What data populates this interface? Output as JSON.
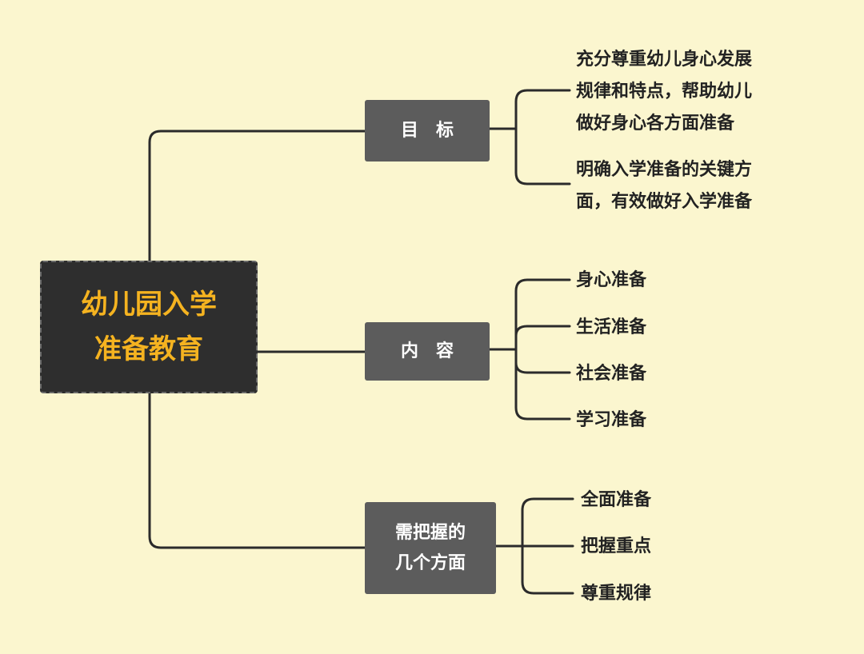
{
  "root": {
    "lines": [
      "幼儿园入学",
      "准备教育"
    ]
  },
  "branches": [
    {
      "id": "goal",
      "label": "目　标",
      "leaves": [
        {
          "lines": [
            "充分尊重幼儿身心发展",
            "规律和特点，帮助幼儿",
            "做好身心各方面准备"
          ]
        },
        {
          "lines": [
            "明确入学准备的关键方",
            "面，有效做好入学准备"
          ]
        }
      ]
    },
    {
      "id": "content",
      "label": "内　容",
      "leaves": [
        {
          "lines": [
            "身心准备"
          ]
        },
        {
          "lines": [
            "生活准备"
          ]
        },
        {
          "lines": [
            "社会准备"
          ]
        },
        {
          "lines": [
            "学习准备"
          ]
        }
      ]
    },
    {
      "id": "aspects",
      "label_lines": [
        "需把握的",
        "几个方面"
      ],
      "leaves": [
        {
          "lines": [
            "全面准备"
          ]
        },
        {
          "lines": [
            "把握重点"
          ]
        },
        {
          "lines": [
            "尊重规律"
          ]
        }
      ]
    }
  ],
  "colors": {
    "background": "#FBF6CF",
    "root_fill": "#2E2E2E",
    "root_text": "#F5B320",
    "branch_fill": "#5C5C5C",
    "branch_text": "#FFFFFF",
    "line": "#2B2B2B",
    "leaf_text": "#222222"
  }
}
